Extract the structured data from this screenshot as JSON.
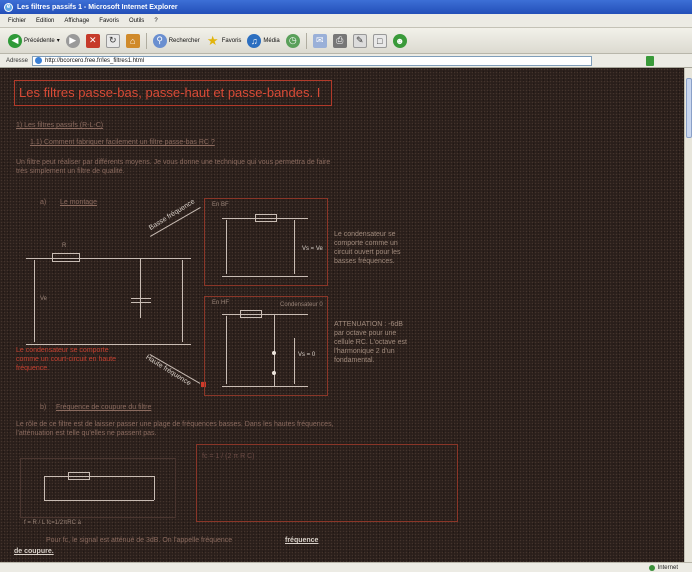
{
  "window": {
    "title": "Les filtres passifs 1 - Microsoft Internet Explorer"
  },
  "menu": [
    "Fichier",
    "Edition",
    "Affichage",
    "Favoris",
    "Outils",
    "?"
  ],
  "toolbar": {
    "back_label": "Précédente",
    "search_label": "Rechercher",
    "favorites_label": "Favoris",
    "media_label": "Média"
  },
  "address": {
    "label": "Adresse",
    "url": "http://bcorcero.free.fr/les_filtres1.html"
  },
  "status": {
    "zone": "Internet"
  },
  "page": {
    "title": "Les filtres passe-bas, passe-haut et passe-bandes. I",
    "section1": "1) Les filtres passifs (R-L-C)",
    "question": "1.1) Comment fabriquer facilement un filtre passe-bas RC ?",
    "intro": "Un filtre peut réaliser par différents moyens. Je vous donne une technique qui vous permettra de faire très simplement un filtre de qualité.",
    "sub_a": "a)",
    "sub_a_title": "Le montage",
    "diag_label_top": "Basse fréquence",
    "diag_label_bottom": "Haute fréquence",
    "box1_label": "En BF",
    "box2_label": "En HF",
    "box2_sublabel": "Condensateur 0",
    "vs_ve": "Vs = Ve",
    "vs_zero": "Vs = 0",
    "side_note_1": "Le condensateur se comporte comme un circuit ouvert pour les basses fréquences.",
    "side_note_2": "ATTENUATION : -6dB par octave pour une cellule RC. L'octave est l'harmonique 2 d'un fondamental.",
    "red_note": "Le condensateur se comporte comme un court-circuit en haute fréquence.",
    "sub_b": "b)",
    "sub_b_title": "Fréquence de coupure du filtre",
    "para_b": "Le rôle de ce filtre est de laisser passer une plage de fréquences basses. Dans les hautes fréquences, l'atténuation est telle qu'elles ne passent pas.",
    "formula": "fc = 1 / (2 π R C)",
    "bottom_left": "f = R / L  fc=1/2πRC  à",
    "bottom_text": "Pour fc, le signal est atténué de 3dB. On l'appelle fréquence",
    "bottom_link_1": "fréquence",
    "bottom_link_2": "de coupure."
  },
  "colors": {
    "page_bg": "#2a1f1b",
    "title_red": "#d84a36",
    "body_text": "#8a6a5e",
    "chrome_blue": "#234fb8"
  }
}
